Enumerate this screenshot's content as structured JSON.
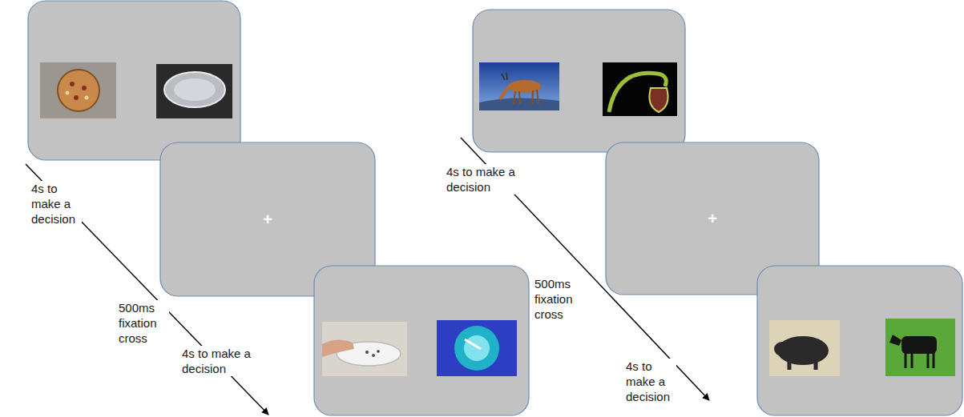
{
  "diagram": {
    "nodes": [
      {
        "text": [
          "+"
        ]
      },
      {
        "text": [
          "+"
        ]
      }
    ],
    "labels": [
      "4s to make a decision",
      "500ms fixation cross",
      "4s to make a decision",
      "4s to make a decision",
      "500ms fixation cross",
      "4s to make a decision"
    ]
  }
}
